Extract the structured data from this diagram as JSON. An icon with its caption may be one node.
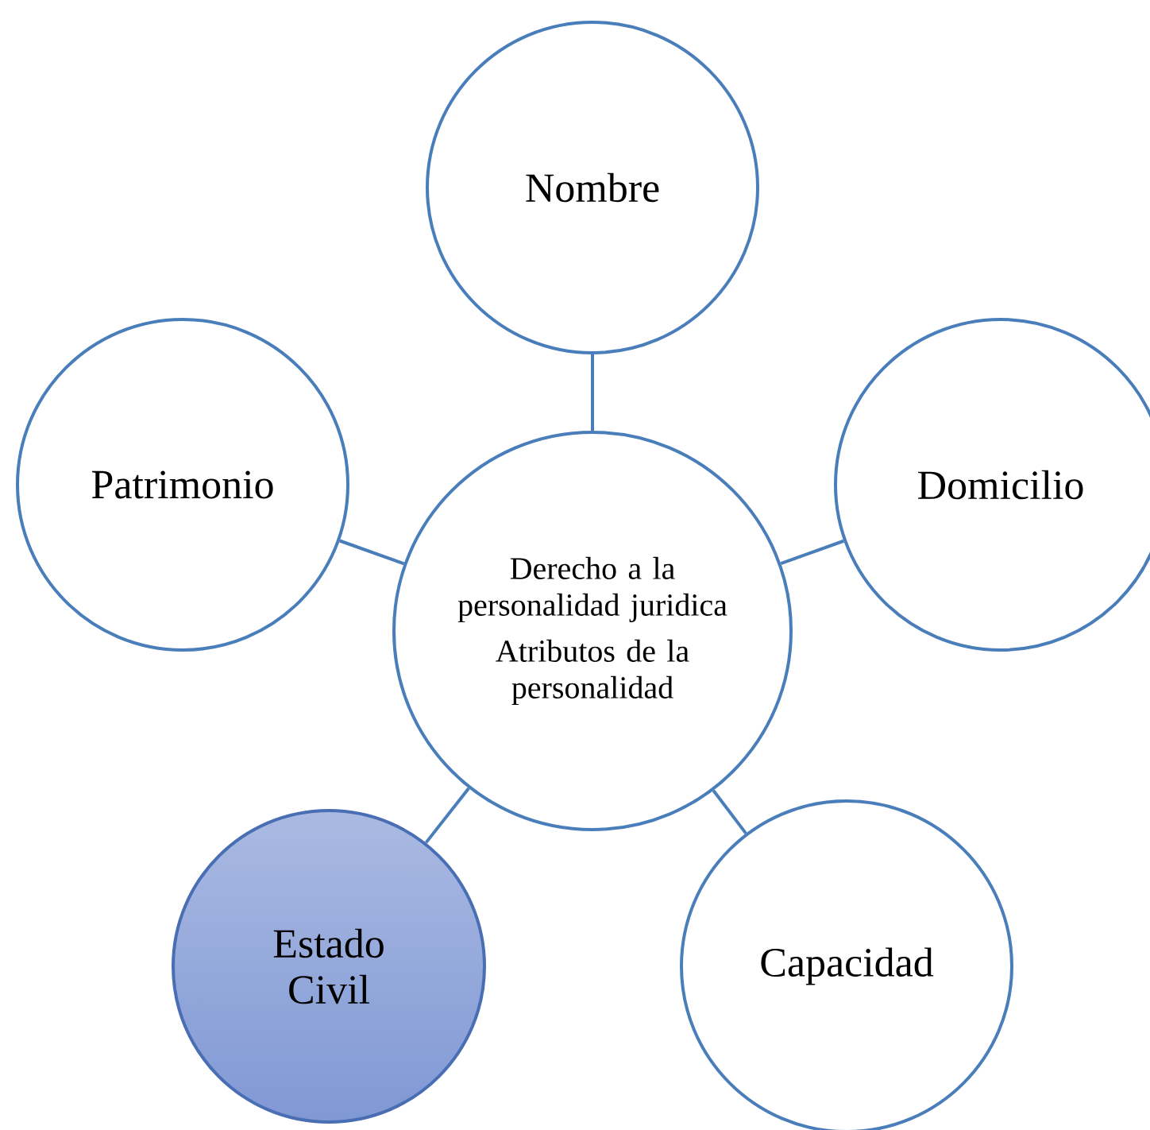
{
  "diagram": {
    "nodes": [
      {
        "text": [
          "Nombre"
        ]
      },
      {
        "text": [
          "Patrimonio"
        ]
      },
      {
        "text": [
          "Derecho a la personalidad juridica",
          "Atributos de la personalidad"
        ]
      },
      {
        "text": [
          "Domicilio"
        ]
      },
      {
        "text": [
          "Estado Civil"
        ]
      },
      {
        "text": [
          "Capacidad"
        ]
      }
    ],
    "edges": [
      {
        "from": 2,
        "to": 0,
        "arrow": "none"
      },
      {
        "from": 2,
        "to": 1,
        "arrow": "none"
      },
      {
        "from": 2,
        "to": 3,
        "arrow": "none"
      },
      {
        "from": 2,
        "to": 4,
        "arrow": "none"
      },
      {
        "from": 2,
        "to": 5,
        "arrow": "none"
      }
    ]
  }
}
